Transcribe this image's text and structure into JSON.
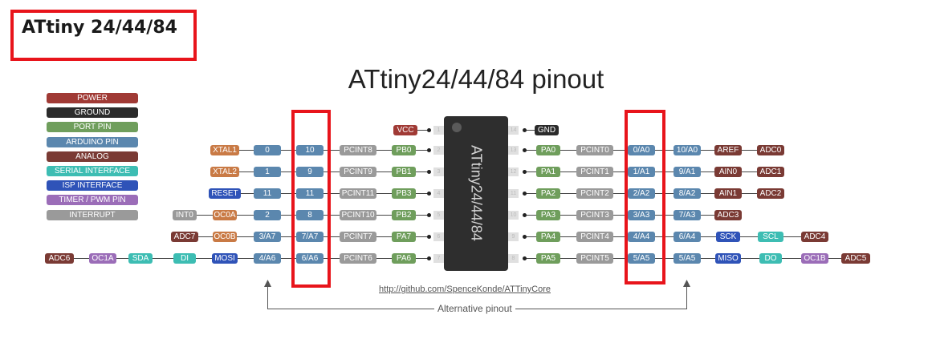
{
  "heading": "ATtiny 24/44/84",
  "title": "ATtiny24/44/84 pinout",
  "chip_label": "ATtiny24/44/84",
  "url": "http://github.com/SpenceKonde/ATTinyCore",
  "alt_caption": "Alternative pinout",
  "colors": {
    "power": "#a03a35",
    "ground": "#2b2b2b",
    "port": "#6f9e5c",
    "arduino": "#5b87ae",
    "analog": "#7a3a34",
    "serial": "#3dbdb3",
    "isp": "#2f53b8",
    "timer": "#9b6db8",
    "interrupt": "#9a9a9a",
    "highlight": "#e8141b"
  },
  "legend": [
    {
      "label": "POWER",
      "type": "power"
    },
    {
      "label": "GROUND",
      "type": "ground"
    },
    {
      "label": "PORT PIN",
      "type": "port"
    },
    {
      "label": "ARDUINO PIN",
      "type": "arduino"
    },
    {
      "label": "ANALOG",
      "type": "analog"
    },
    {
      "label": "SERIAL INTERFACE",
      "type": "serial"
    },
    {
      "label": "ISP INTERFACE",
      "type": "isp"
    },
    {
      "label": "TIMER / PWM PIN",
      "type": "timer"
    },
    {
      "label": "INTERRUPT",
      "type": "interrupt"
    }
  ],
  "left_pins": [
    {
      "num": "1",
      "labels": [
        {
          "t": "VCC",
          "c": "power"
        }
      ]
    },
    {
      "num": "2",
      "labels": [
        {
          "t": "PB0",
          "c": "port"
        },
        {
          "t": "PCINT8",
          "c": "interrupt"
        },
        {
          "t": "10",
          "c": "arduino"
        },
        {
          "t": "0",
          "c": "arduino"
        },
        {
          "t": "XTAL1",
          "c": "timer_o"
        }
      ]
    },
    {
      "num": "3",
      "labels": [
        {
          "t": "PB1",
          "c": "port"
        },
        {
          "t": "PCINT9",
          "c": "interrupt"
        },
        {
          "t": "9",
          "c": "arduino"
        },
        {
          "t": "1",
          "c": "arduino"
        },
        {
          "t": "XTAL2",
          "c": "timer_o"
        }
      ]
    },
    {
      "num": "4",
      "labels": [
        {
          "t": "PB3",
          "c": "port"
        },
        {
          "t": "PCINT11",
          "c": "interrupt"
        },
        {
          "t": "11",
          "c": "arduino"
        },
        {
          "t": "11",
          "c": "arduino"
        },
        {
          "t": "RESET",
          "c": "isp"
        }
      ]
    },
    {
      "num": "5",
      "labels": [
        {
          "t": "PB2",
          "c": "port"
        },
        {
          "t": "PCINT10",
          "c": "interrupt"
        },
        {
          "t": "8",
          "c": "arduino"
        },
        {
          "t": "2",
          "c": "arduino"
        },
        {
          "t": "OC0A",
          "c": "timer_o"
        },
        {
          "t": "INT0",
          "c": "interrupt"
        }
      ]
    },
    {
      "num": "6",
      "labels": [
        {
          "t": "PA7",
          "c": "port"
        },
        {
          "t": "PCINT7",
          "c": "interrupt"
        },
        {
          "t": "7/A7",
          "c": "arduino"
        },
        {
          "t": "3/A7",
          "c": "arduino"
        },
        {
          "t": "OC0B",
          "c": "timer_o"
        },
        {
          "t": "ADC7",
          "c": "analog"
        }
      ]
    },
    {
      "num": "7",
      "labels": [
        {
          "t": "PA6",
          "c": "port"
        },
        {
          "t": "PCINT6",
          "c": "interrupt"
        },
        {
          "t": "6/A6",
          "c": "arduino"
        },
        {
          "t": "4/A6",
          "c": "arduino"
        },
        {
          "t": "MOSI",
          "c": "isp"
        },
        {
          "t": "DI",
          "c": "serial"
        },
        {
          "t": "SDA",
          "c": "serial"
        },
        {
          "t": "OC1A",
          "c": "timer"
        },
        {
          "t": "ADC6",
          "c": "analog"
        }
      ]
    }
  ],
  "right_pins": [
    {
      "num": "14",
      "labels": [
        {
          "t": "GND",
          "c": "ground"
        }
      ]
    },
    {
      "num": "13",
      "labels": [
        {
          "t": "PA0",
          "c": "port"
        },
        {
          "t": "PCINT0",
          "c": "interrupt"
        },
        {
          "t": "0/A0",
          "c": "arduino"
        },
        {
          "t": "10/A0",
          "c": "arduino"
        },
        {
          "t": "AREF",
          "c": "analog"
        },
        {
          "t": "ADC0",
          "c": "analog"
        }
      ]
    },
    {
      "num": "12",
      "labels": [
        {
          "t": "PA1",
          "c": "port"
        },
        {
          "t": "PCINT1",
          "c": "interrupt"
        },
        {
          "t": "1/A1",
          "c": "arduino"
        },
        {
          "t": "9/A1",
          "c": "arduino"
        },
        {
          "t": "AIN0",
          "c": "analog"
        },
        {
          "t": "ADC1",
          "c": "analog"
        }
      ]
    },
    {
      "num": "11",
      "labels": [
        {
          "t": "PA2",
          "c": "port"
        },
        {
          "t": "PCINT2",
          "c": "interrupt"
        },
        {
          "t": "2/A2",
          "c": "arduino"
        },
        {
          "t": "8/A2",
          "c": "arduino"
        },
        {
          "t": "AIN1",
          "c": "analog"
        },
        {
          "t": "ADC2",
          "c": "analog"
        }
      ]
    },
    {
      "num": "10",
      "labels": [
        {
          "t": "PA3",
          "c": "port"
        },
        {
          "t": "PCINT3",
          "c": "interrupt"
        },
        {
          "t": "3/A3",
          "c": "arduino"
        },
        {
          "t": "7/A3",
          "c": "arduino"
        },
        {
          "t": "ADC3",
          "c": "analog"
        }
      ]
    },
    {
      "num": "9",
      "labels": [
        {
          "t": "PA4",
          "c": "port"
        },
        {
          "t": "PCINT4",
          "c": "interrupt"
        },
        {
          "t": "4/A4",
          "c": "arduino"
        },
        {
          "t": "6/A4",
          "c": "arduino"
        },
        {
          "t": "SCK",
          "c": "isp"
        },
        {
          "t": "SCL",
          "c": "serial"
        },
        {
          "t": "ADC4",
          "c": "analog"
        }
      ]
    },
    {
      "num": "8",
      "labels": [
        {
          "t": "PA5",
          "c": "port"
        },
        {
          "t": "PCINT5",
          "c": "interrupt"
        },
        {
          "t": "5/A5",
          "c": "arduino"
        },
        {
          "t": "5/A5",
          "c": "arduino"
        },
        {
          "t": "MISO",
          "c": "isp"
        },
        {
          "t": "DO",
          "c": "serial"
        },
        {
          "t": "OC1B",
          "c": "timer"
        },
        {
          "t": "ADC5",
          "c": "analog"
        }
      ]
    }
  ]
}
